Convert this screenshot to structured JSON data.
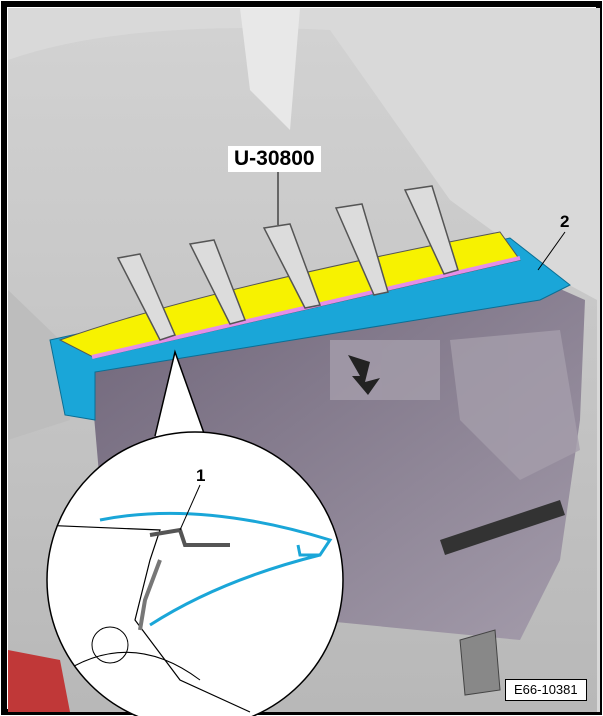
{
  "figure": {
    "tool_label": "U-30800",
    "callout_1": "1",
    "callout_2": "2",
    "figure_id": "E66-10381"
  },
  "colors": {
    "spoiler": "#1aa6d8",
    "adhesive_area": "#f7f200",
    "adhesive_strip": "#e48ee8",
    "glass": "#837a8e",
    "body": "#c4c4c4"
  }
}
